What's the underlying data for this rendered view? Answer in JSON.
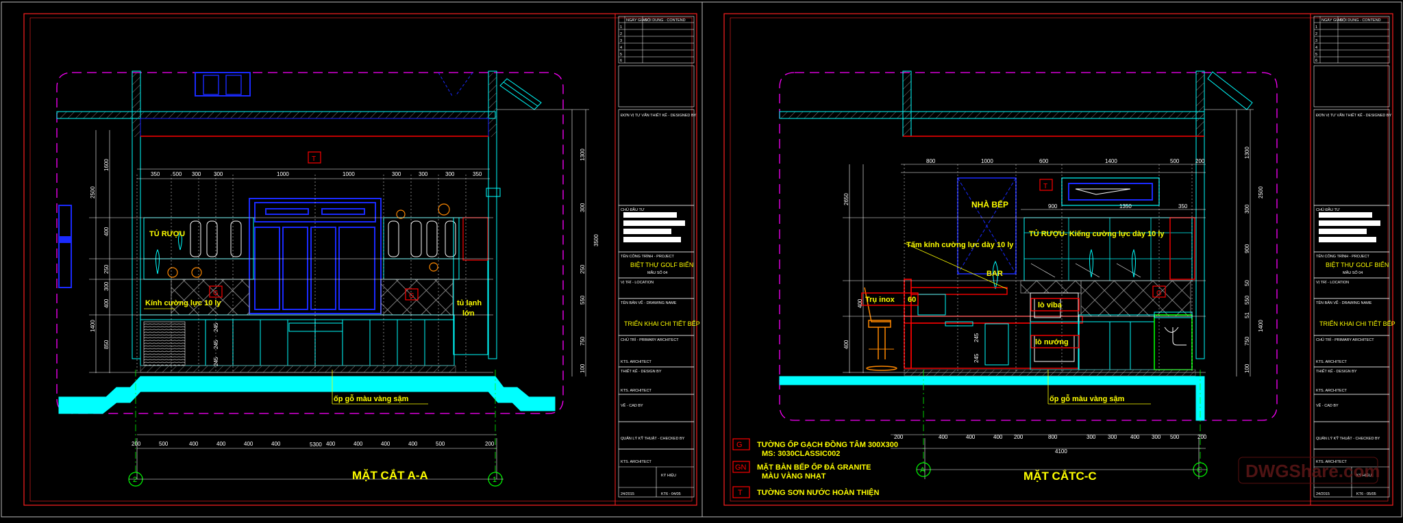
{
  "left_sheet": {
    "title": "MẶT CẮT A-A",
    "axis_left": "2",
    "axis_right": "1",
    "labels": {
      "tu_ruou": "TỦ RƯỢU",
      "kinh": "Kính cường lực 10 ly",
      "tu_lanh_1": "tủ lạnh",
      "tu_lanh_2": "lớn",
      "op_go": "ốp gỗ màu vàng sậm",
      "tag_t": "T",
      "tag_g1": "G",
      "tag_g2": "G"
    },
    "top_dims": [
      "350",
      "500",
      "300",
      "300",
      "1000",
      "1000",
      "300",
      "300",
      "300",
      "350"
    ],
    "bottom_dims": [
      "200",
      "500",
      "400",
      "400",
      "400",
      "400",
      "400",
      "400",
      "400",
      "400",
      "500",
      "200"
    ],
    "total_dim": "5300",
    "left_dims": [
      "1600",
      "2500",
      "400",
      "250",
      "300",
      "400",
      "850",
      "1400"
    ],
    "right_dims": [
      "1300",
      "300",
      "3500",
      "250",
      "550",
      "750",
      "100"
    ],
    "inner_dims": [
      "245",
      "245",
      "245"
    ]
  },
  "right_sheet": {
    "title": "MẶT CẮTC-C",
    "axis_left": "A",
    "axis_right": "C",
    "labels": {
      "nha_bep": "NHÀ BẾP",
      "tam_kinh": "Tấm kính cường lực dày 10 ly",
      "bar": "BAR",
      "tru_inox": "Trụ inox",
      "tru_inox_dim": "60",
      "tu_ruou": "TỦ RƯỢU- Kiếng cường lực dày 10 ly",
      "lo_viba": "lò viba",
      "lo_nuong": "lò nướng",
      "op_go": "ốp gỗ màu vàng sậm",
      "tag_t": "T",
      "tag_g": "G"
    },
    "top_dims": [
      "800",
      "1000",
      "600",
      "1400",
      "500",
      "200"
    ],
    "top_dims2": [
      "900",
      "1350",
      "350"
    ],
    "bottom_dims": [
      "200",
      "400",
      "400",
      "400",
      "200",
      "800",
      "300",
      "300",
      "400",
      "300",
      "500",
      "200"
    ],
    "total_dim": "4100",
    "left_dims": [
      "2650",
      "400",
      "400"
    ],
    "right_dims": [
      "1300",
      "2500",
      "300",
      "900",
      "50",
      "550",
      "51",
      "1400",
      "750",
      "100"
    ],
    "inner_dims": [
      "245",
      "245"
    ]
  },
  "legend": [
    {
      "tag": "G",
      "line1": "TƯỜNG ỐP GẠCH ĐỒNG TÂM 300X300",
      "line2": "MS: 3030CLASSIC002"
    },
    {
      "tag": "GN",
      "line1": "MẶT BÀN BẾP ỐP ĐÁ GRANITE",
      "line2": "MÀU VÀNG NHẠT"
    },
    {
      "tag": "T",
      "line1": "TƯỜNG SƠN NƯỚC HOÀN THIỆN",
      "line2": ""
    }
  ],
  "title_block": {
    "header_1": "NGÀY GIAO",
    "header_2": "NỘI DUNG - CONTEND",
    "rows": [
      "1",
      "2",
      "3",
      "4",
      "5",
      "6"
    ],
    "design_unit": "ĐƠN VỊ TƯ VẤN THIẾT KẾ - DESIGNED BY",
    "investor": "CHỦ ĐẦU TƯ",
    "project_label": "TÊN CÔNG TRÌNH - PROJECT",
    "project_name": "BIỆT THỰ GOLF BIỂN",
    "project_sub": "MẪU SỐ 04",
    "location": "VỊ TRÍ - LOCATION",
    "drawing_label": "TÊN BẢN VẼ - DRAWING NAME",
    "drawing_name": "TRIỂN KHAI CHI TIẾT BẾP",
    "chief": "CHỦ TRÌ - PRIMARY ARCHITECT",
    "architect": "KTS. ARCHITECT",
    "design": "THIẾT KẾ - DESIGN BY",
    "cad": "VẼ - CAD BY",
    "manager": "QUẢN LÝ KỸ THUẬT - CHECKED BY",
    "drawing_no_label": "KÝ HIỆU",
    "drawing_no": "KT6 - 04/05",
    "date": "24/2015",
    "right_drawing_no": "KT6 - 05/05"
  },
  "watermark": "DWGShare.com",
  "colors": {
    "background": "#000000",
    "sheet_border": "#ff2020",
    "cyan": "#00ffff",
    "magenta": "#ff00ff",
    "yellow": "#ffff00",
    "blue": "#1a2aff",
    "red": "#ff0000",
    "white": "#ffffff",
    "green": "#00ff00"
  }
}
